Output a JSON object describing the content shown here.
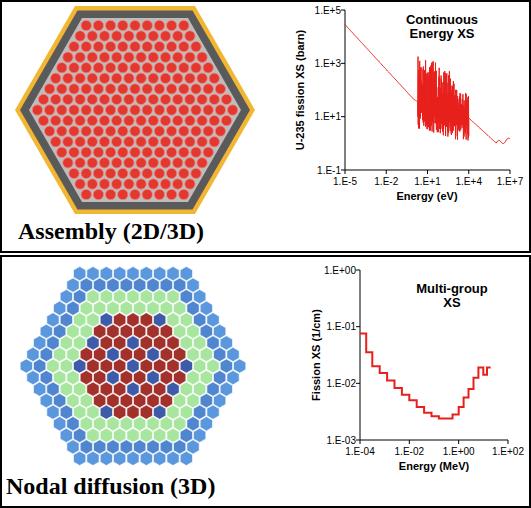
{
  "diagram": {
    "nodes": [
      {
        "text": [
          "Assembly (2D/3D)"
        ]
      },
      {
        "text": [
          "Nodal diffusion (3D)"
        ]
      }
    ],
    "labels": [
      "Continuous Energy XS",
      "U-235 fission XS (barn)",
      "1.E+5",
      "1.E+3",
      "1.E+1",
      "1.E-1",
      "1.E-5",
      "1.E-2",
      "1.E+1",
      "1.E+4",
      "1.E+7",
      "Energy (eV)",
      "Multi-group XS",
      "Fission XS (1/cm)",
      "1.E+00",
      "1.E-01",
      "1.E-02",
      "1.E-03",
      "1.E-04",
      "1.E-02",
      "1.E+00",
      "1.E+02",
      "Energy (MeV)"
    ]
  }
}
